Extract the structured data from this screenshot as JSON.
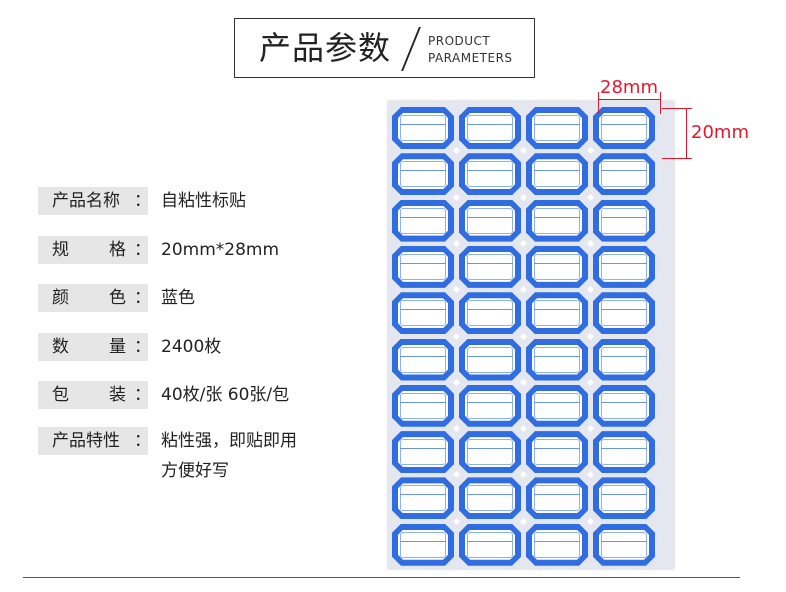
{
  "title": {
    "main": "产品参数",
    "en_line1": "PRODUCT",
    "en_line2": "PARAMETERS"
  },
  "params": [
    {
      "label": "产品名称",
      "value": "自粘性标贴"
    },
    {
      "label_a": "规",
      "label_b": "格",
      "value": "20mm*28mm"
    },
    {
      "label_a": "颜",
      "label_b": "色",
      "value": "蓝色"
    },
    {
      "label_a": "数",
      "label_b": "量",
      "value": "2400枚"
    },
    {
      "label_a": "包",
      "label_b": "装",
      "value": "40枚/张 60张/包"
    },
    {
      "label": "产品特性",
      "value": "粘性强，即贴即用",
      "value2": "方便好写"
    }
  ],
  "colon": "：",
  "dimensions": {
    "width": "28mm",
    "height": "20mm"
  },
  "sheet": {
    "rows": 10,
    "cols": 4,
    "label_color": "#2f6de0",
    "sheet_color": "#e4e7ef"
  },
  "colors": {
    "annotation": "#e4162b",
    "label_bg": "#e6e6e6"
  }
}
